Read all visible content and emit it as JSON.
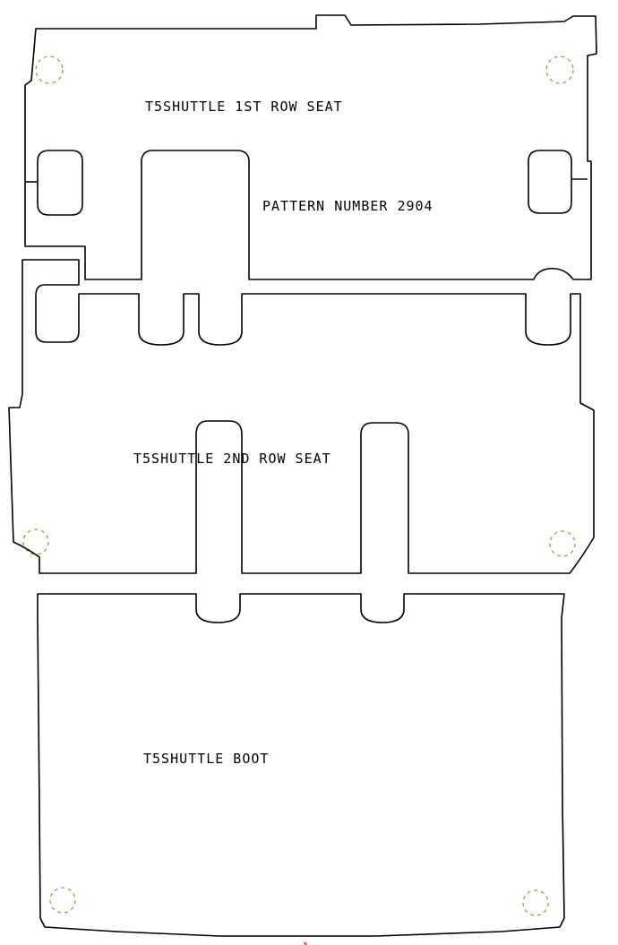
{
  "pieces": [
    {
      "label": "T5SHUTTLE 1ST ROW SEAT",
      "pattern_label": "PATTERN NUMBER 2904"
    },
    {
      "label": "T5SHUTTLE 2ND ROW SEAT"
    },
    {
      "label": "T5SHUTTLE BOOT"
    }
  ],
  "colors": {
    "outline": "#000000",
    "holes": "#b8904a",
    "marker": "#e03030"
  }
}
